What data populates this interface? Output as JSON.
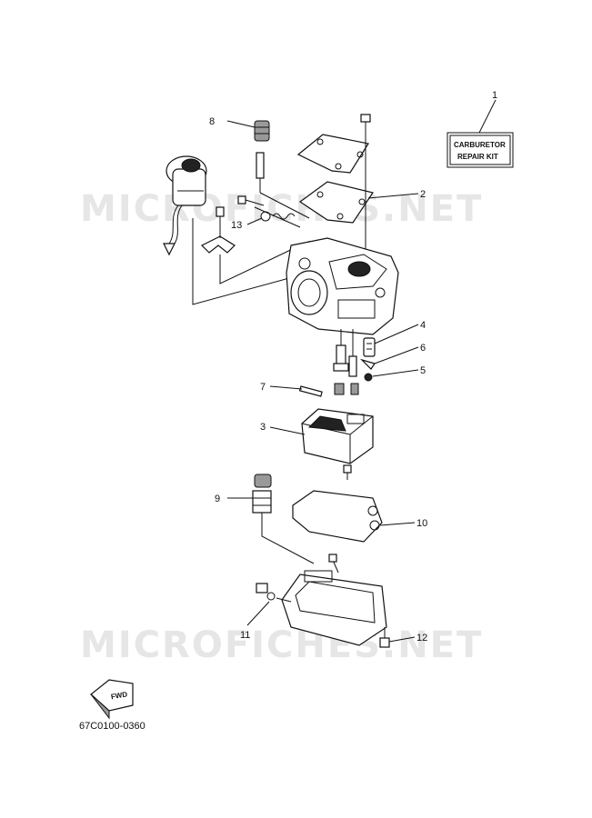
{
  "watermark": "MICROFICHES.NET",
  "kit_label": {
    "line1": "CARBURETOR",
    "line2": "REPAIR KIT"
  },
  "part_numbers": {
    "p1": "1",
    "p2": "2",
    "p3": "3",
    "p4": "4",
    "p5": "5",
    "p6": "6",
    "p7": "7",
    "p8": "8",
    "p9": "9",
    "p10": "10",
    "p11": "11",
    "p12": "12",
    "p13": "13"
  },
  "fwd_label": "FWD",
  "diagram_code": "67C0100-0360"
}
